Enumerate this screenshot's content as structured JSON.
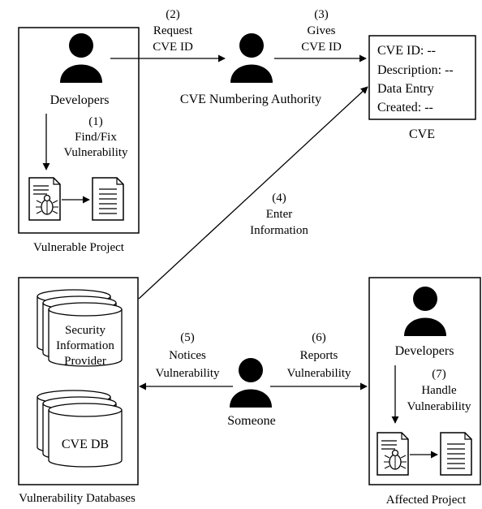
{
  "vulnerable_project": {
    "caption": "Vulnerable Project",
    "developers": "Developers",
    "step1_num": "(1)",
    "step1_l1": "Find/Fix",
    "step1_l2": "Vulnerability"
  },
  "step2": {
    "num": "(2)",
    "l1": "Request",
    "l2": "CVE ID"
  },
  "cna": {
    "caption": "CVE Numbering Authority"
  },
  "step3": {
    "num": "(3)",
    "l1": "Gives",
    "l2": "CVE ID"
  },
  "cve_record": {
    "caption": "CVE",
    "line1": "CVE ID:  --",
    "line2": "Description: --",
    "line3": "Data Entry",
    "line4": "Created: --"
  },
  "step4": {
    "num": "(4)",
    "l1": "Enter",
    "l2": "Information"
  },
  "vulnerability_databases": {
    "caption": "Vulnerability Databases",
    "sip_l1": "Security",
    "sip_l2": "Information",
    "sip_l3": "Provider",
    "cvedb": "CVE DB"
  },
  "step5": {
    "num": "(5)",
    "l1": "Notices",
    "l2": "Vulnerability"
  },
  "someone": {
    "caption": "Someone"
  },
  "step6": {
    "num": "(6)",
    "l1": "Reports",
    "l2": "Vulnerability"
  },
  "affected_project": {
    "caption": "Affected Project",
    "developers": "Developers",
    "step7_num": "(7)",
    "step7_l1": "Handle",
    "step7_l2": "Vulnerability"
  }
}
